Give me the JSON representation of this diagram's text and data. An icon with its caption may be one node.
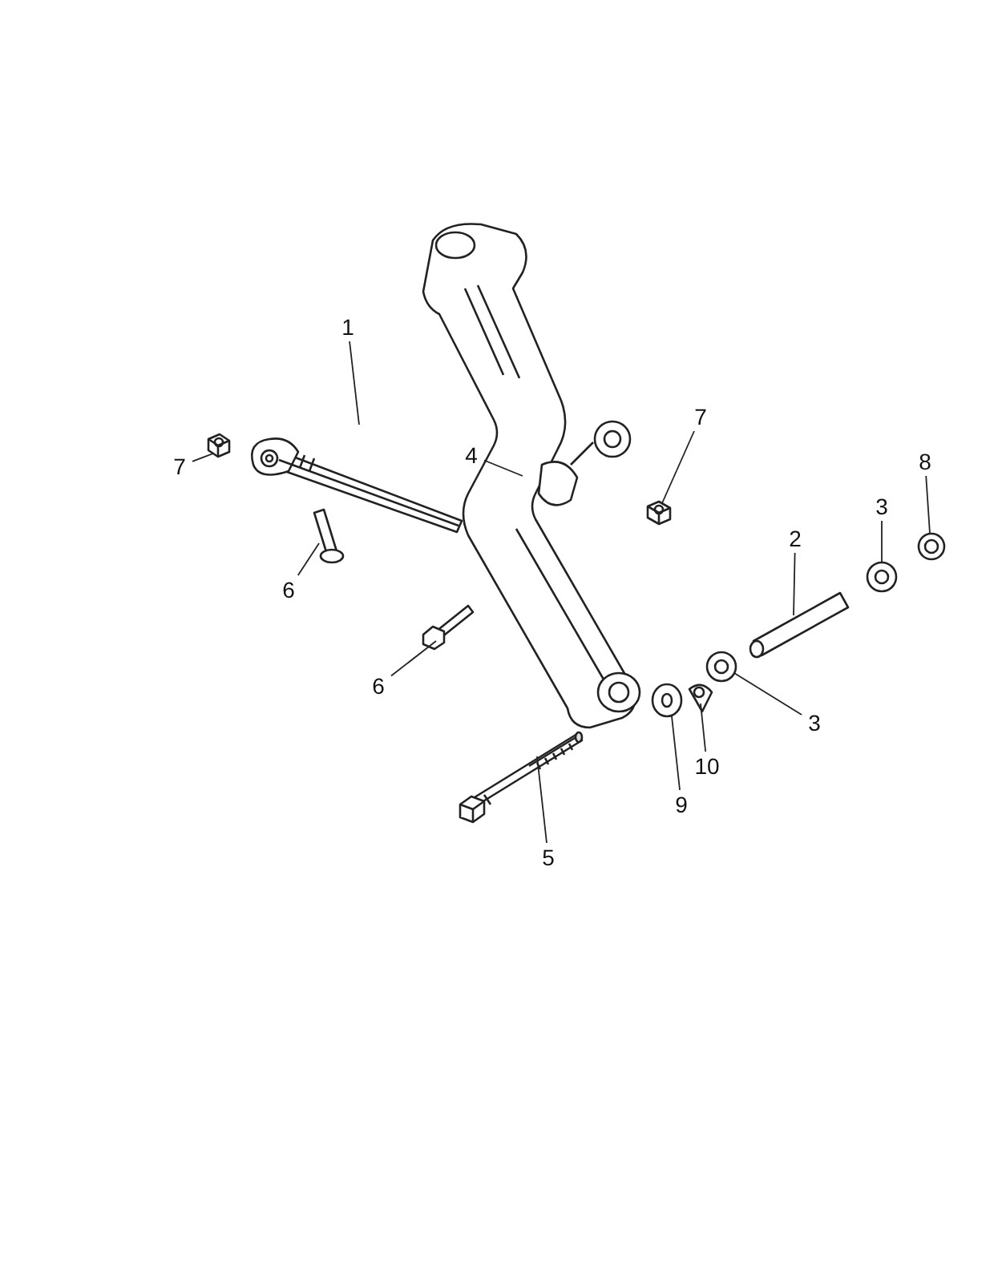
{
  "diagram": {
    "nodes": [
      {
        "text": [
          "7"
        ]
      },
      {
        "text": [
          "1"
        ]
      },
      {
        "text": [
          "4"
        ]
      },
      {
        "text": [
          "6"
        ]
      },
      {
        "text": [
          "7"
        ]
      },
      {
        "text": [
          "6"
        ]
      },
      {
        "text": [
          "2"
        ]
      },
      {
        "text": [
          "3"
        ]
      },
      {
        "text": [
          "8"
        ]
      },
      {
        "text": [
          "3"
        ]
      },
      {
        "text": [
          "10"
        ]
      },
      {
        "text": [
          "9"
        ]
      },
      {
        "text": [
          "5"
        ]
      },
      {
        "text": [],
        "shape": "picture"
      },
      {
        "text": [],
        "shape": "picture"
      },
      {
        "text": [],
        "shape": "picture"
      },
      {
        "text": [],
        "shape": "picture"
      },
      {
        "text": [],
        "shape": "picture"
      },
      {
        "text": [],
        "shape": "picture"
      },
      {
        "text": [],
        "shape": "picture"
      },
      {
        "text": [],
        "shape": "picture"
      },
      {
        "text": [],
        "shape": "picture"
      },
      {
        "text": [],
        "shape": "picture"
      },
      {
        "text": [],
        "shape": "picture"
      },
      {
        "text": [],
        "shape": "picture"
      },
      {
        "text": [],
        "shape": "picture"
      }
    ],
    "edges": [
      {
        "from": 0,
        "to": 13,
        "arrow": "none"
      },
      {
        "from": 1,
        "to": 14,
        "arrow": "none"
      },
      {
        "from": 2,
        "to": 15,
        "arrow": "none"
      },
      {
        "from": 3,
        "to": 16,
        "arrow": "none"
      },
      {
        "from": 4,
        "to": 17,
        "arrow": "none"
      },
      {
        "from": 5,
        "to": 18,
        "arrow": "none"
      },
      {
        "from": 6,
        "to": 19,
        "arrow": "none"
      },
      {
        "from": 7,
        "to": 20,
        "arrow": "none"
      },
      {
        "from": 8,
        "to": 21,
        "arrow": "none"
      },
      {
        "from": 9,
        "to": 22,
        "arrow": "none"
      },
      {
        "from": 10,
        "to": 23,
        "arrow": "none"
      },
      {
        "from": 11,
        "to": 24,
        "arrow": "none"
      },
      {
        "from": 12,
        "to": 25,
        "arrow": "none"
      }
    ]
  }
}
